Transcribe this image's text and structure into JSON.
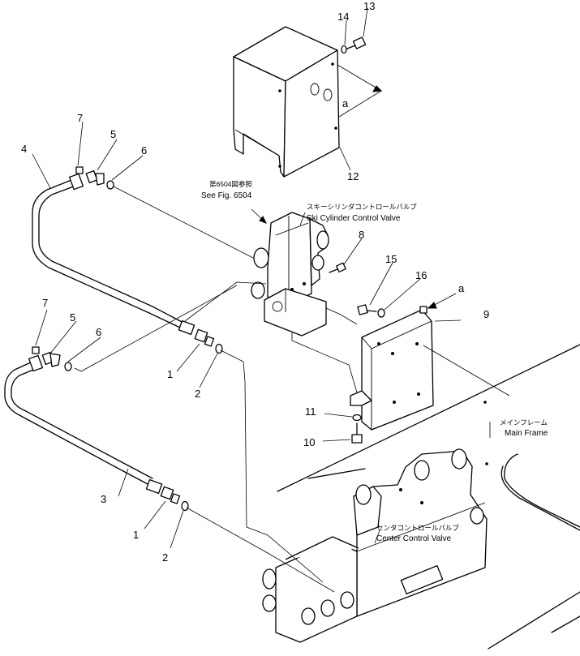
{
  "labels": {
    "see_fig_jp": "第6504図参照",
    "see_fig_en": "See Fig. 6504",
    "ski_valve_jp": "スキーシリンダコントロールバルブ",
    "ski_valve_en": "Ski Cylinder Control Valve",
    "main_frame_jp": "メインフレーム",
    "main_frame_en": "Main Frame",
    "center_valve_jp": "センタコントロールバルブ",
    "center_valve_en": "Center Control Valve",
    "view_mark_top": "a",
    "view_mark_side": "a"
  },
  "callouts": {
    "c13": "13",
    "c14": "14",
    "c12": "12",
    "c7a": "7",
    "c5a": "5",
    "c6a": "6",
    "c4": "4",
    "c8": "8",
    "c15": "15",
    "c16": "16",
    "c9": "9",
    "c7b": "7",
    "c5b": "5",
    "c6b": "6",
    "c1a": "1",
    "c2a": "2",
    "c11": "11",
    "c10": "10",
    "c3": "3",
    "c1b": "1",
    "c2b": "2"
  }
}
